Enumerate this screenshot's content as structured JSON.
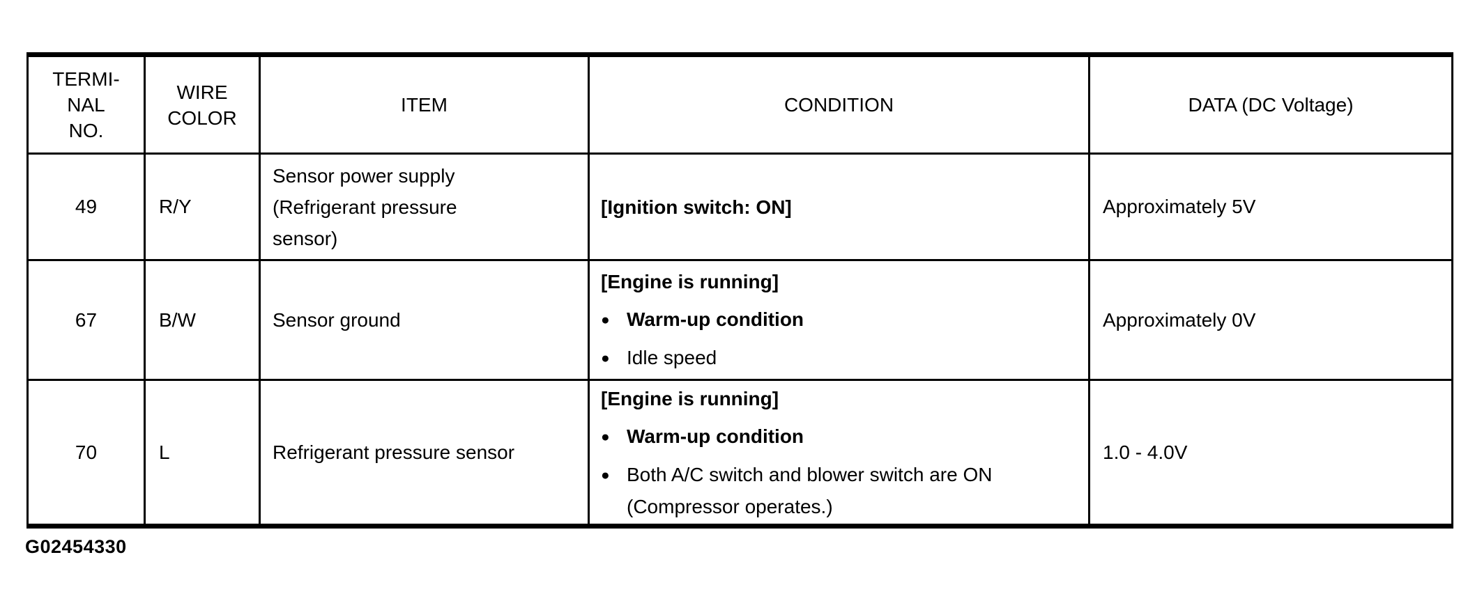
{
  "colors": {
    "background": "#ffffff",
    "text": "#000000",
    "border": "#000000"
  },
  "glyphs": {
    "bullet": "●"
  },
  "figure_id": "G02454330",
  "table": {
    "headers": [
      "TERMI-\nNAL\nNO.",
      "WIRE\nCOLOR",
      "ITEM",
      "CONDITION",
      "DATA (DC Voltage)"
    ],
    "rows": [
      {
        "terminal": "49",
        "wire_color": "R/Y",
        "item": "Sensor power supply\n(Refrigerant pressure\nsensor)",
        "condition_lines": [
          "[Ignition switch: ON]"
        ],
        "data": "Approximately 5V"
      },
      {
        "terminal": "67",
        "wire_color": "B/W",
        "item": "Sensor ground",
        "condition_lines": [
          "[Engine is running]",
          "Warm-up condition",
          "Idle speed"
        ],
        "data": "Approximately 0V"
      },
      {
        "terminal": "70",
        "wire_color": "L",
        "item": "Refrigerant pressure sensor",
        "condition_lines": [
          "[Engine is running]",
          "Warm-up condition",
          "Both A/C switch and blower switch are ON",
          "(Compressor operates.)"
        ],
        "data": "1.0 - 4.0V"
      }
    ]
  }
}
